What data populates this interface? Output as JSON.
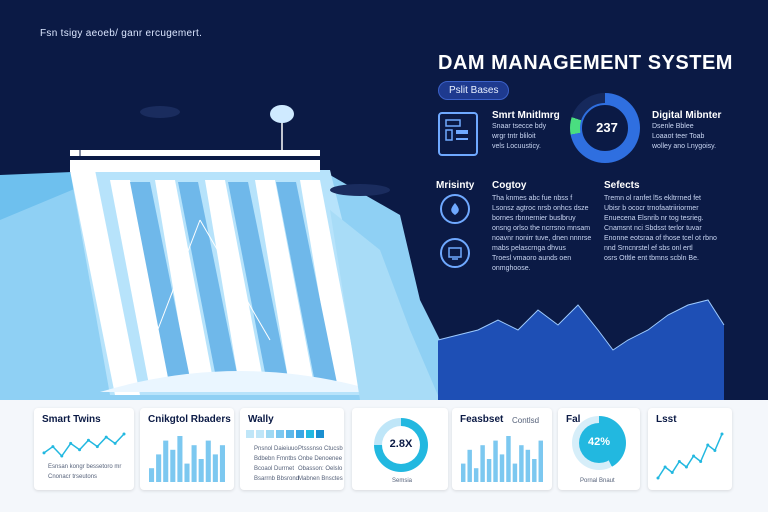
{
  "hero": {
    "tagline": "Fsn tsigy aeoeb/ ganr ercugemert.",
    "title": "DAM MANAGEMENT SYSTEM",
    "pill": "Pslit Bases"
  },
  "features": {
    "monitoring": {
      "title": "Smrt Mnitlmrg",
      "text": "Snaar tsecce bdy\nwrgr tntr bliloit\nvels Locuusticy."
    },
    "gauge_value": "237",
    "digital": {
      "title": "Digital Mibnter",
      "text": "Dsenle Bblee\nLoaaot teer Toab\nwolley ano Lnygoisy."
    },
    "left_label": "Mrisinty",
    "copy": {
      "title": "Cogtoy",
      "text": "Tha knmes abc fue nbss f\nLsonsz agtroc nrsb onhcs dsze\nbornes rbnnernier buslbruy\nonsng orlso the ncrrsno mnsam\nnoavnr nonirr tuve, dnen nnnrse\nmabs pelascrnga dhvus\nTroesl vmaoro aunds oen\nonmghoose."
    },
    "select": {
      "title": "Sefects",
      "text": "Tremn ol ranfet l5s ekltrrned fet\nUbisr b ococr trnofaatriiriormer\nEnuecena Elsnrib nr tog tesrieg.\nCnamsnt nci Sbdsst terlor tuvar\nEnonne eotsraa of those tcel ot rbno\nnnd Srncnrstel ef sbs onl ertl\nosrs Otltle ent tbmns scbln Be."
    }
  },
  "cards": {
    "smart_twins": {
      "title": "Smart Twins",
      "legend": [
        "Esnsan kongr bessetoro mr",
        "Cnonacr trseutons"
      ]
    },
    "control_readers": {
      "title": "Cnikgtol Rbaders"
    },
    "wally": {
      "title": "Wally",
      "rows": [
        "Pnsnol Daieiuuo",
        "Bdbebn Fmntbs",
        "Bcoaol Durrnet",
        "Bsarrnb Bbsrond"
      ],
      "rows_b": [
        "Ptsssnso Ctucsb",
        "Onbe Denoenee",
        "Obasson: Oelslo",
        "Mabnen Bnsctes"
      ]
    },
    "ring_small": {
      "value": "2.8X",
      "caption": "Semsia"
    },
    "feasibst": {
      "title": "Feasbset",
      "title2": "Contlsd"
    },
    "fail": {
      "title": "Fal",
      "value": "42%",
      "caption": "Pornal Bnaut"
    },
    "last": {
      "title": "Lsst"
    }
  },
  "chart_data": [
    {
      "type": "line",
      "title": "Smart Twins",
      "y": [
        5,
        7,
        4,
        8,
        6,
        9,
        7,
        10,
        8,
        11
      ]
    },
    {
      "type": "bar",
      "title": "Cnikgtol Rbaders",
      "values": [
        3,
        6,
        9,
        7,
        10,
        4,
        8,
        5,
        9,
        6,
        8
      ]
    },
    {
      "type": "bar",
      "title": "Feasbset",
      "values": [
        4,
        7,
        3,
        8,
        5,
        9,
        6,
        10,
        4,
        8,
        7,
        5,
        9
      ]
    },
    {
      "type": "line",
      "title": "Lsst",
      "y": [
        3,
        5,
        4,
        6,
        5,
        7,
        6,
        9,
        8,
        11
      ]
    }
  ],
  "colors": {
    "navy": "#0b1a45",
    "sky": "#7cc8f0",
    "blue": "#2f6fe0",
    "cyan": "#22b8e0"
  }
}
